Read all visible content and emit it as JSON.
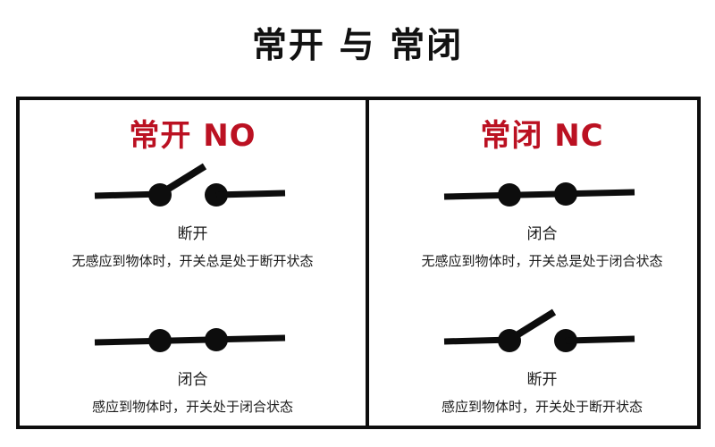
{
  "page": {
    "title": "常开 与 常闭",
    "background_color": "#ffffff",
    "frame_color": "#0d0d0d",
    "heading_color": "#bb1122",
    "text_color": "#1a1a1a"
  },
  "panels": [
    {
      "id": "normally-open",
      "heading": "常开 NO",
      "blocks": [
        {
          "id": "no-unsensed",
          "switch_state": "open",
          "state_label": "断开",
          "note": "无感应到物体时，开关总是处于断开状态"
        },
        {
          "id": "no-sensed",
          "switch_state": "closed",
          "state_label": "闭合",
          "note": "感应到物体时，开关处于闭合状态"
        }
      ]
    },
    {
      "id": "normally-closed",
      "heading": "常闭 NC",
      "blocks": [
        {
          "id": "nc-unsensed",
          "switch_state": "closed",
          "state_label": "闭合",
          "note": "无感应到物体时，开关总是处于闭合状态"
        },
        {
          "id": "nc-sensed",
          "switch_state": "open",
          "state_label": "断开",
          "note": "感应到物体时，开关处于断开状态"
        }
      ]
    }
  ]
}
